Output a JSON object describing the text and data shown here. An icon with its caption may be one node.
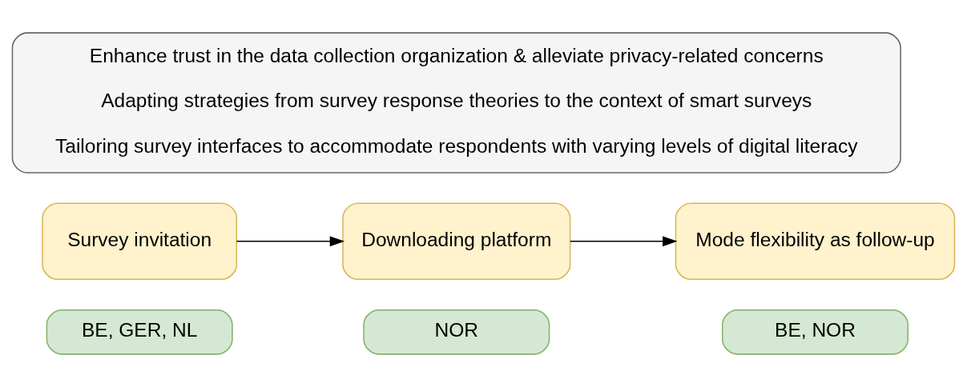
{
  "diagram": {
    "nodes": [
      {
        "text": [
          "Enhance trust in the data collection organization & alleviate privacy-related concerns",
          "Adapting strategies from survey response theories to the context of smart surveys",
          "Tailoring survey interfaces to accommodate respondents with varying levels of digital literacy"
        ]
      },
      {
        "text": [
          "Survey invitation"
        ]
      },
      {
        "text": [
          "Downloading platform"
        ]
      },
      {
        "text": [
          "Mode flexibility as follow-up"
        ]
      },
      {
        "text": [
          "BE, GER, NL"
        ]
      },
      {
        "text": [
          "NOR"
        ]
      },
      {
        "text": [
          "BE, NOR"
        ]
      }
    ],
    "edges": [
      {
        "from": 1,
        "to": 2,
        "arrow": "to"
      },
      {
        "from": 2,
        "to": 3,
        "arrow": "to"
      }
    ]
  }
}
